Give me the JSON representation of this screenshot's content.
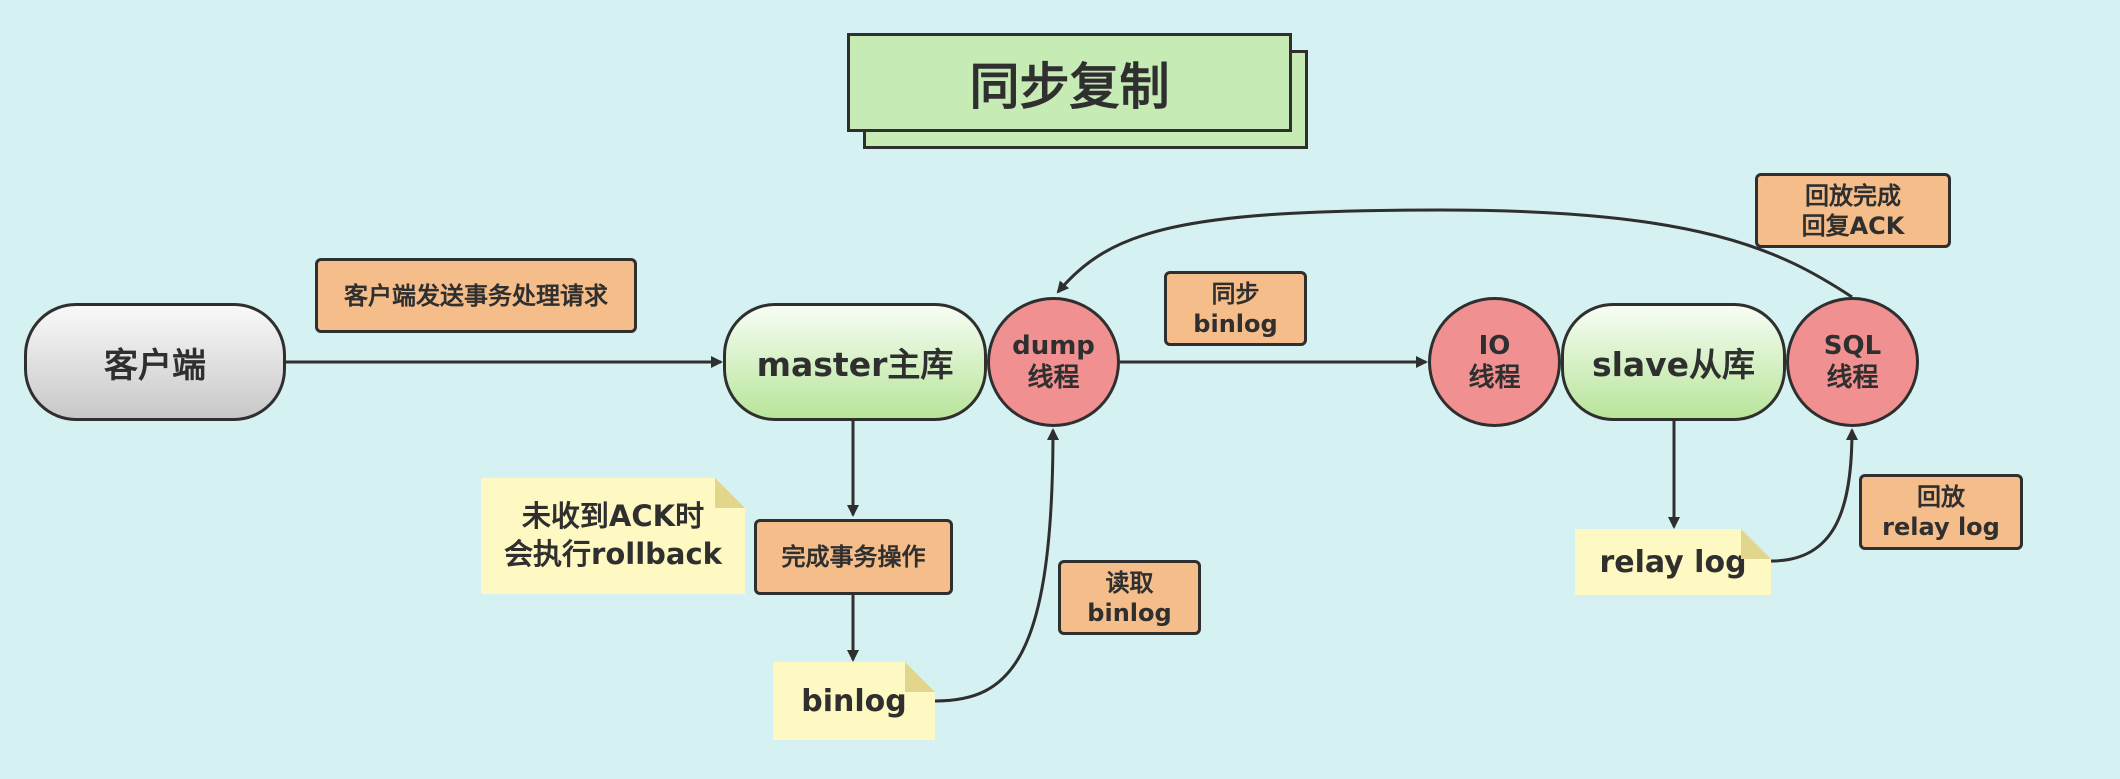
{
  "title": "同步复制",
  "nodes": {
    "client": "客户端",
    "master": "master主库",
    "dump": [
      "dump",
      "线程"
    ],
    "io": [
      "IO",
      "线程"
    ],
    "slave": "slave从库",
    "sql": [
      "SQL",
      "线程"
    ]
  },
  "labels": {
    "client_send": "客户端发送事务处理请求",
    "sync_binlog": [
      "同步",
      "binlog"
    ],
    "replay_ack": [
      "回放完成",
      "回复ACK"
    ],
    "complete_tx": "完成事务操作",
    "read_binlog": [
      "读取",
      "binlog"
    ],
    "replay_relay": [
      "回放",
      "relay log"
    ]
  },
  "notes": {
    "rollback": [
      "未收到ACK时",
      "会执行rollback"
    ],
    "binlog": "binlog",
    "relay_log": "relay log"
  },
  "colors": {
    "background": "#d6f1f1",
    "title_fill": "#c7ebb5",
    "label_fill": "#f4bd8a",
    "thread_fill": "#f09090",
    "note_fill": "#fef8c2"
  }
}
